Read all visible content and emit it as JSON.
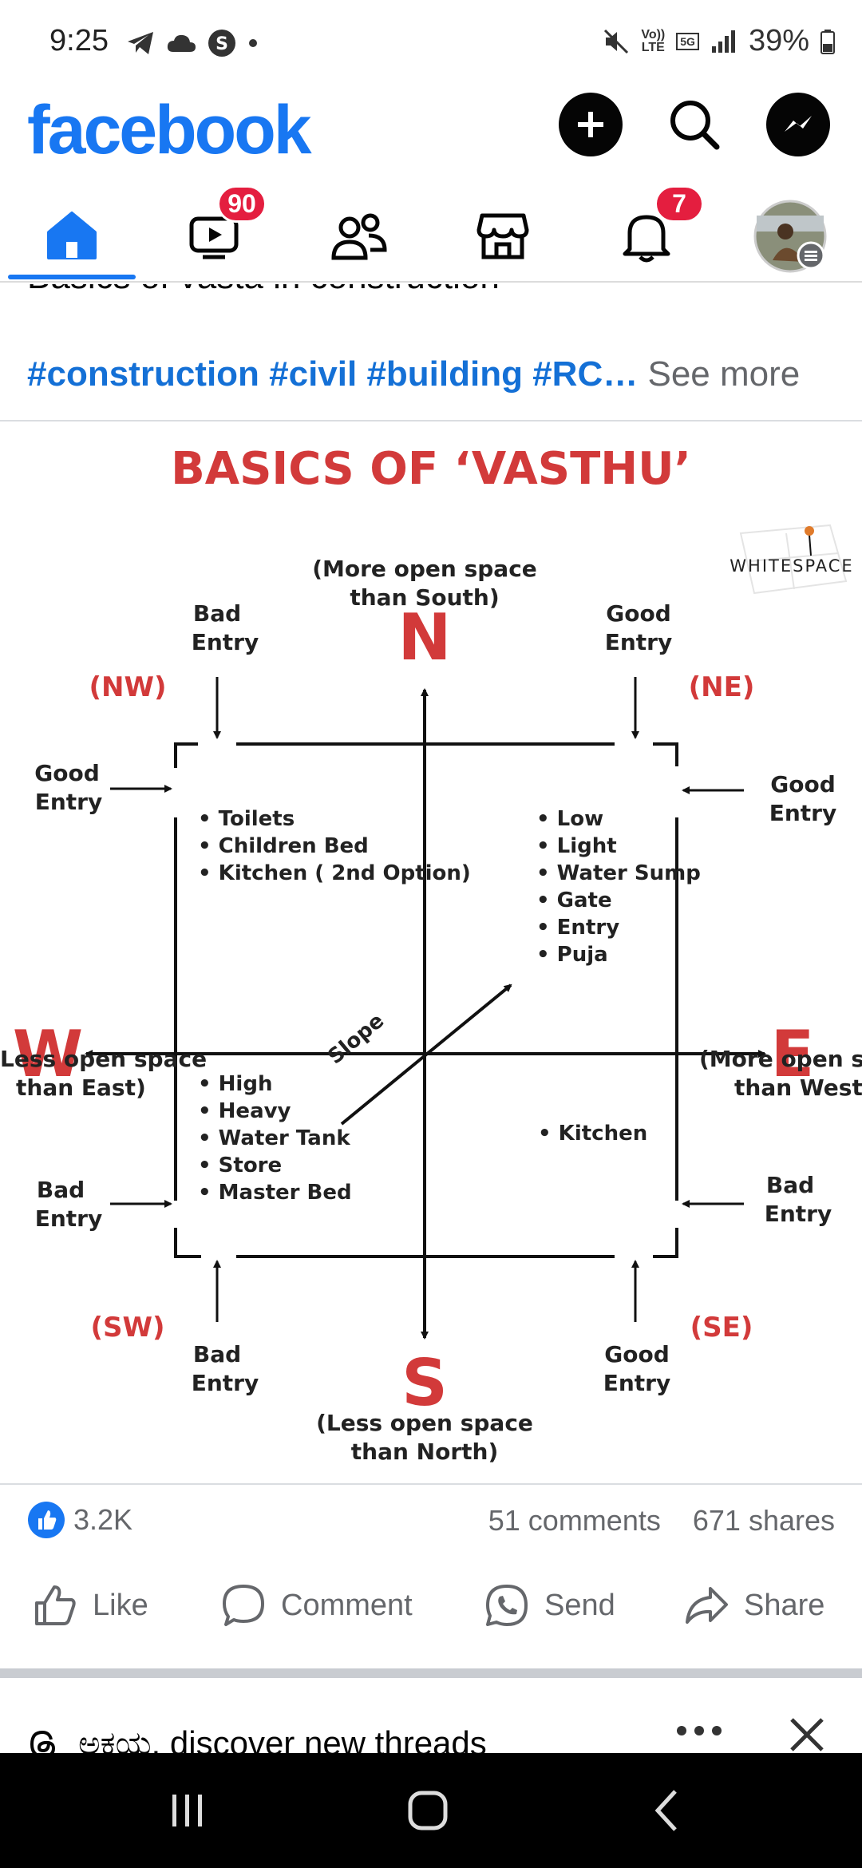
{
  "status": {
    "time": "9:25",
    "battery": "39%",
    "volte_top": "Vo))",
    "volte_bottom": "LTE",
    "net": "5G"
  },
  "header": {
    "logo": "facebook"
  },
  "tabs": {
    "video_badge": "90",
    "notif_badge": "7"
  },
  "post": {
    "cut_text": "Basics of vasta in construction",
    "hashtags": "#construction #civil #building #RC…",
    "see_more": "See more"
  },
  "infographic": {
    "title": "BASICS OF ‘VASTHU’",
    "brand": "WHITESPACE",
    "north_note_1": "(More open space",
    "north_note_2": "than South)",
    "south_note_1": "(Less open space",
    "south_note_2": "than North)",
    "west_note_1": "Less open space",
    "west_note_2": "than East)",
    "east_note_1": "(More open spac",
    "east_note_2": "than West)",
    "dirs": {
      "n": "N",
      "s": "S",
      "e": "E",
      "w": "W"
    },
    "corners": {
      "nw": "(NW)",
      "ne": "(NE)",
      "sw": "(SW)",
      "se": "(SE)"
    },
    "entries": {
      "top_left_1": "Bad",
      "top_left_2": "Entry",
      "top_right_1": "Good",
      "top_right_2": "Entry",
      "left_top_1": "Good",
      "left_top_2": "Entry",
      "right_top_1": "Good",
      "right_top_2": "Entry",
      "left_bottom_1": "Bad",
      "left_bottom_2": "Entry",
      "right_bottom_1": "Bad",
      "right_bottom_2": "Entry",
      "bottom_left_1": "Bad",
      "bottom_left_2": "Entry",
      "bottom_right_1": "Good",
      "bottom_right_2": "Entry"
    },
    "nw_list": [
      "• Toilets",
      "• Children Bed",
      "• Kitchen ( 2nd Option)"
    ],
    "ne_list": [
      "• Low",
      "• Light",
      "• Water Sump",
      "• Gate",
      "• Entry",
      "• Puja"
    ],
    "sw_list": [
      "• High",
      "• Heavy",
      "• Water Tank",
      "• Store",
      "• Master Bed"
    ],
    "se_list": [
      "• Kitchen"
    ],
    "slope": "Slope"
  },
  "engagement": {
    "likes": "3.2K",
    "comments": "51 comments",
    "shares": "671 shares"
  },
  "actions": {
    "like": "Like",
    "comment": "Comment",
    "send": "Send",
    "share": "Share"
  },
  "threads": {
    "text": "ಅಕಯ, discover new threads"
  },
  "colors": {
    "brand": "#1877f2",
    "title_red": "#d23a3a",
    "badge": "#e41e3f"
  }
}
